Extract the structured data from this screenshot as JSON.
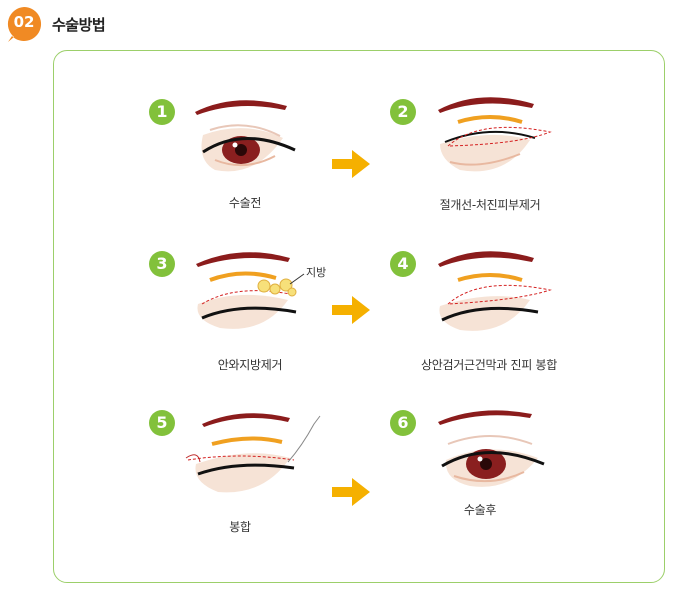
{
  "header": {
    "badge_number": "02",
    "title": "수술방법"
  },
  "steps": [
    {
      "number": "1",
      "caption": "수술전"
    },
    {
      "number": "2",
      "caption": "절개선-처진피부제거"
    },
    {
      "number": "3",
      "caption": "안와지방제거",
      "annotation": "지방"
    },
    {
      "number": "4",
      "caption": "상안검거근건막과 진피 봉합"
    },
    {
      "number": "5",
      "caption": "봉합"
    },
    {
      "number": "6",
      "caption": "수술후"
    }
  ],
  "colors": {
    "accent_green": "#82c13b",
    "badge_orange": "#f08a24",
    "arrow_yellow": "#f5b000",
    "brow": "#8b1c1c"
  }
}
